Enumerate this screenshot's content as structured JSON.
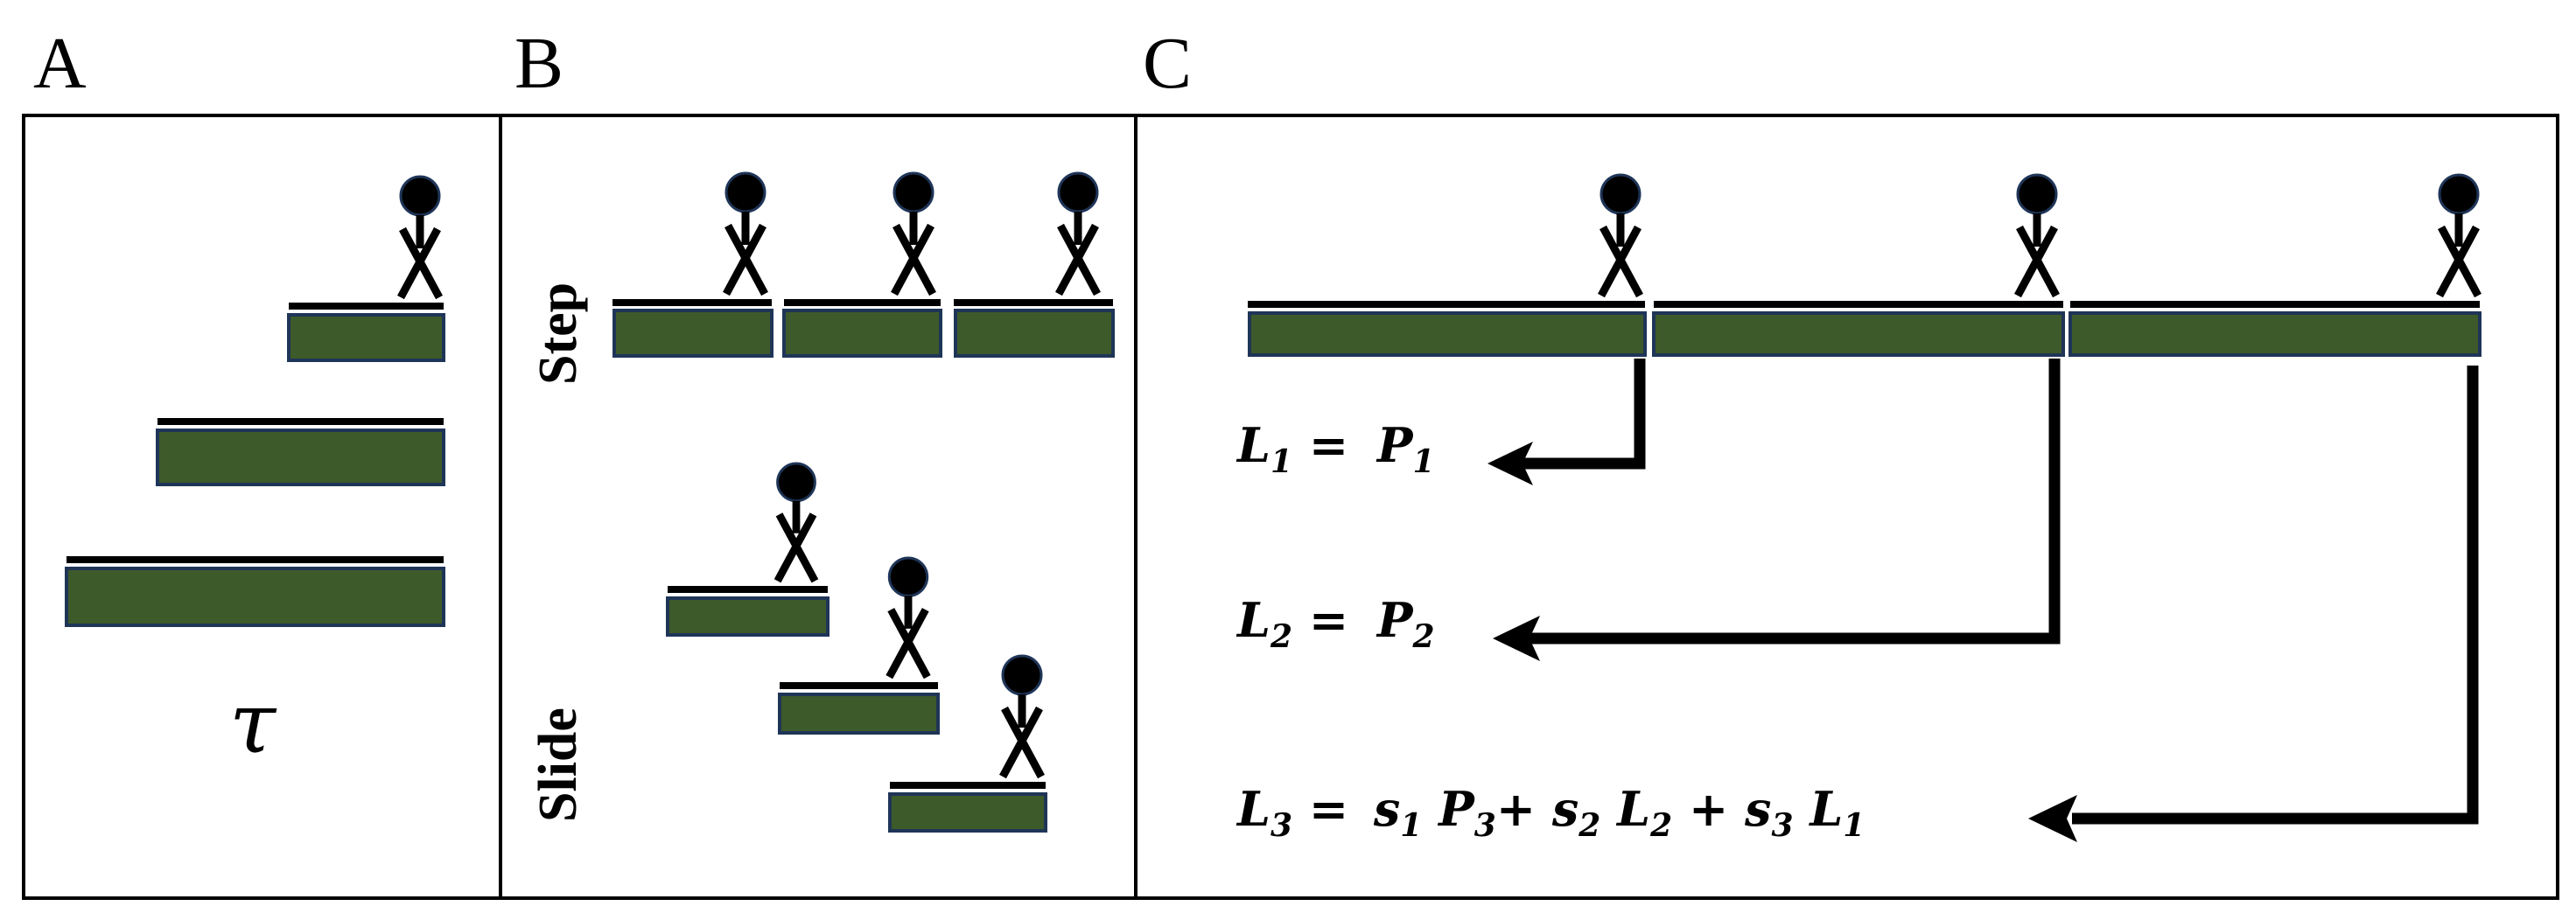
{
  "panels": {
    "a": {
      "label": "A",
      "symbol": "τ"
    },
    "b": {
      "label": "B",
      "step_label": "Step",
      "slide_label": "Slide"
    },
    "c": {
      "label": "C"
    }
  },
  "equations": {
    "l1": {
      "lhs": "L",
      "lhs_sub": "1",
      "eq": " = ",
      "rhs": "P",
      "rhs_sub": "1"
    },
    "l2": {
      "lhs": "L",
      "lhs_sub": "2",
      "eq": " = ",
      "rhs": "P",
      "rhs_sub": "2"
    },
    "l3": {
      "lhs": "L",
      "lhs_sub": "3",
      "eq": " = ",
      "t1": "s",
      "t1_sub": "1",
      "t2": " P",
      "t2_sub": "3",
      "plus1": "+ ",
      "t3": "s",
      "t3_sub": "2",
      "t4": " L",
      "t4_sub": "2",
      "plus2": " + ",
      "t5": "s",
      "t5_sub": "3",
      "t6": " L",
      "t6_sub": "1"
    }
  },
  "colors": {
    "bar_fill": "#3d5a2a",
    "bar_border": "#1f3558",
    "stroke": "#000000"
  },
  "icons": {
    "figure": "stick-figure-icon",
    "arrow": "arrow-left-icon"
  }
}
